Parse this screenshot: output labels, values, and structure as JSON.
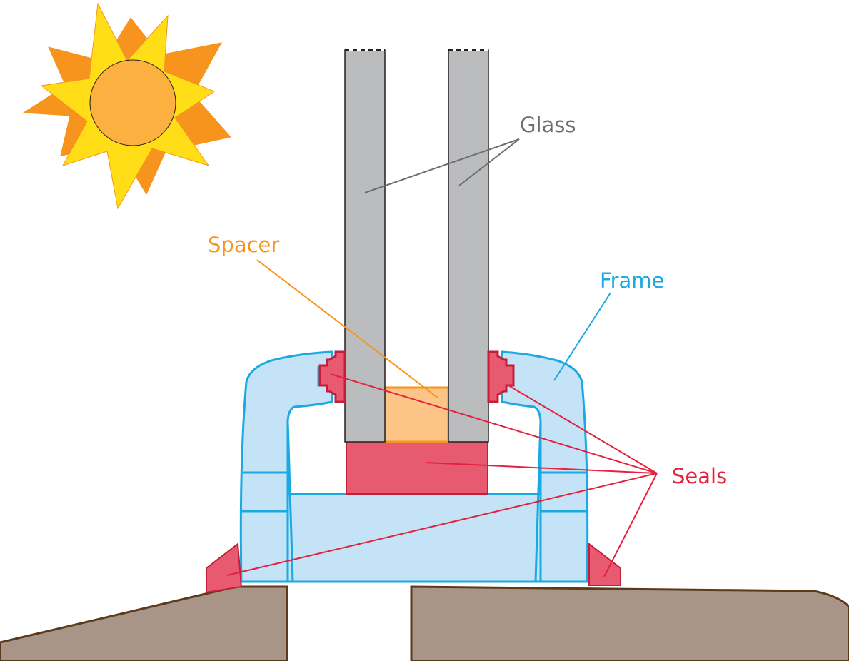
{
  "labels": {
    "glass": "Glass",
    "spacer": "Spacer",
    "frame": "Frame",
    "seals": "Seals"
  },
  "colors": {
    "glass_fill": "#bbbcbe",
    "glass_label": "#6d6e71",
    "spacer_fill": "#fcc587",
    "spacer_label": "#f7941d",
    "frame_fill": "#c5e3f6",
    "frame_stroke": "#1ba9e1",
    "frame_label": "#1ba9e1",
    "seal_fill": "#e85a70",
    "seal_stroke": "#c41e3a",
    "seal_label": "#e5223e",
    "ground_fill": "#a99587",
    "ground_stroke": "#5c3a1a",
    "sun_body": "#fbb040",
    "sun_ray_outer": "#f7941d",
    "sun_ray_inner": "#ffde17"
  },
  "icons": {
    "sun": "sun-icon"
  }
}
